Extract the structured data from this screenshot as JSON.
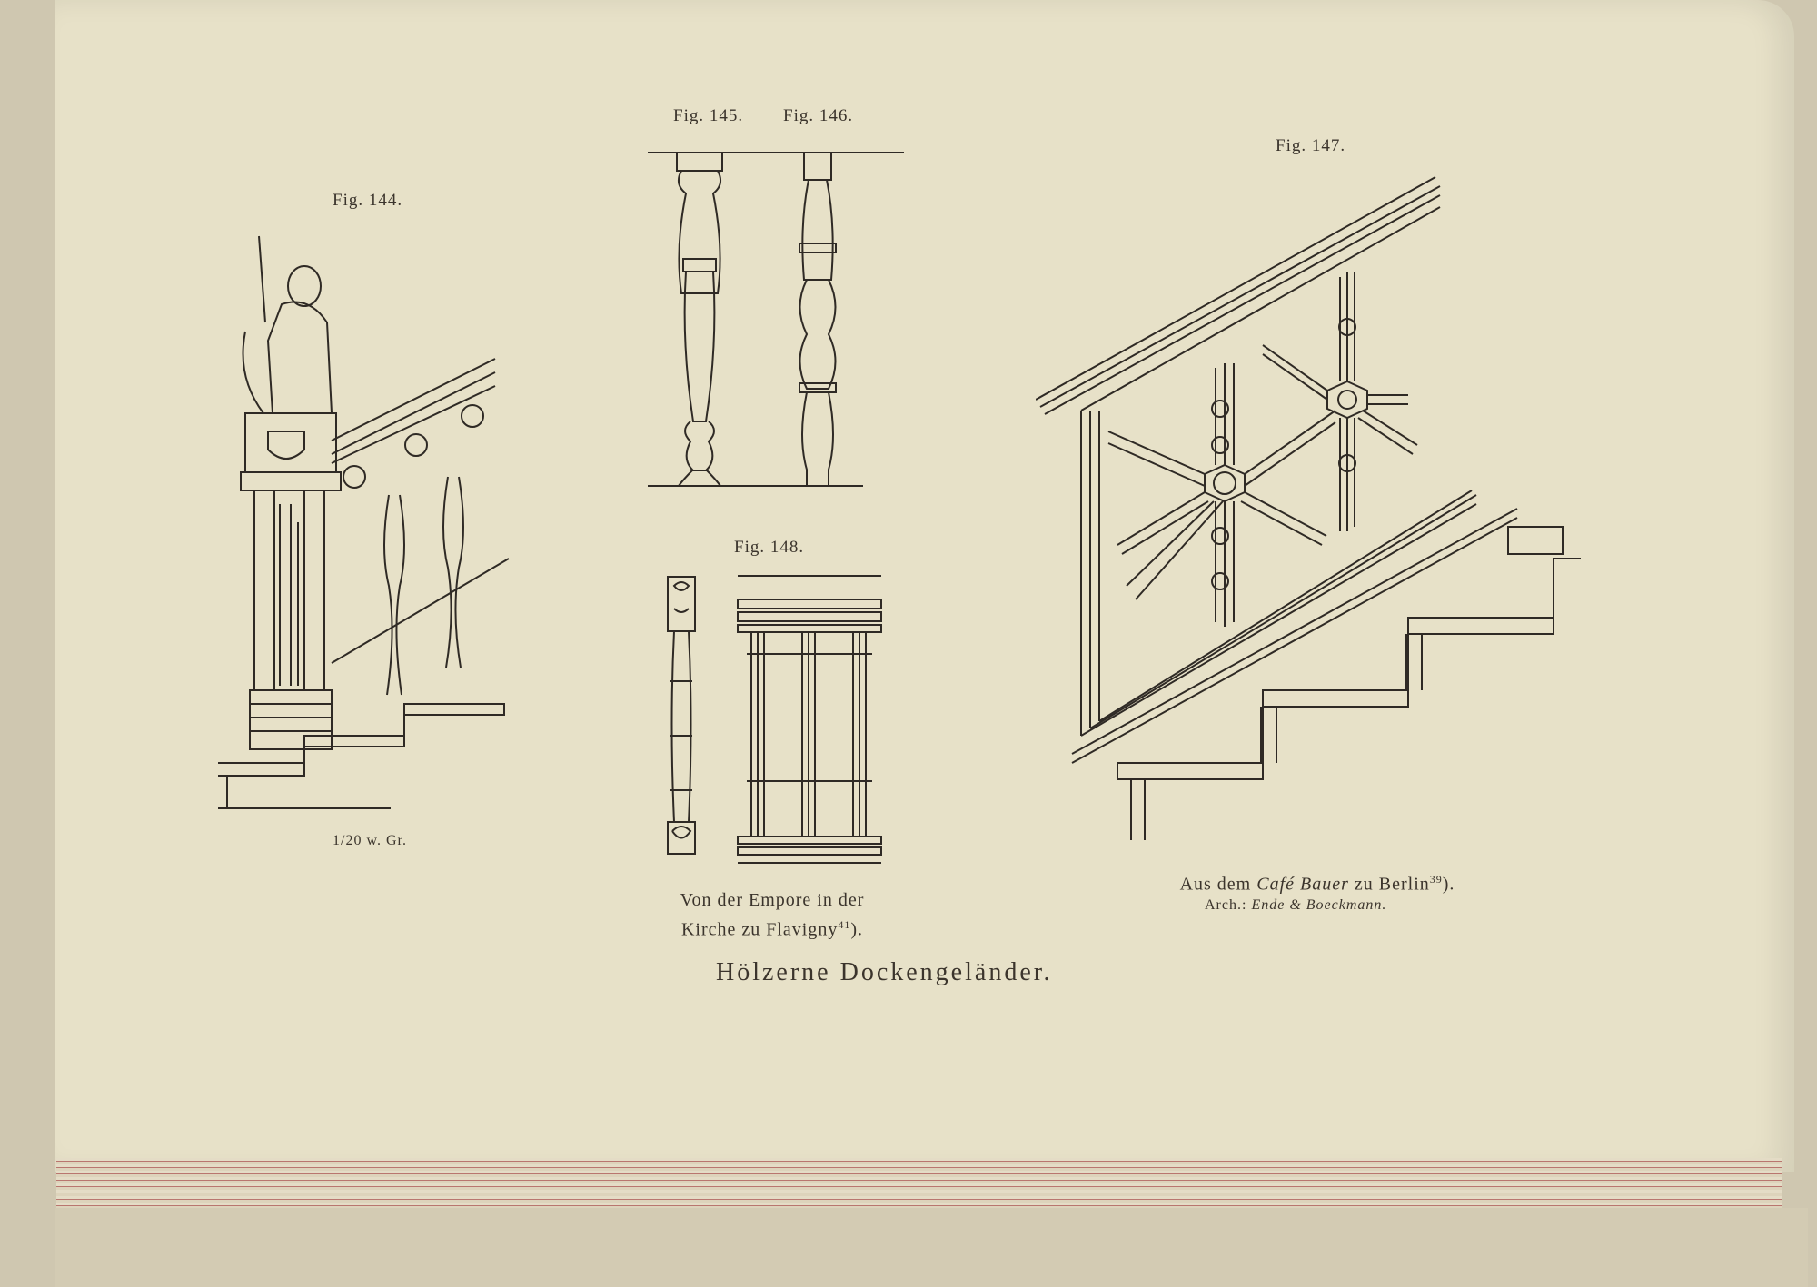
{
  "figures": {
    "fig144": {
      "label": "Fig. 144.",
      "scale_note": "1/20 w. Gr."
    },
    "fig145": {
      "label": "Fig. 145."
    },
    "fig146": {
      "label": "Fig. 146."
    },
    "fig147": {
      "label": "Fig. 147.",
      "caption_prefix": "Aus dem",
      "caption_italic": "Café Bauer",
      "caption_suffix": "zu Berlin",
      "caption_ref": "39",
      "arch_label": "Arch.:",
      "arch_names": "Ende & Boeckmann."
    },
    "fig148": {
      "label": "Fig. 148.",
      "caption_line1": "Von der Empore in der",
      "caption_line2": "Kirche zu Flavigny",
      "caption_ref": "41"
    }
  },
  "page_title": "Hölzerne Dockengeländer."
}
